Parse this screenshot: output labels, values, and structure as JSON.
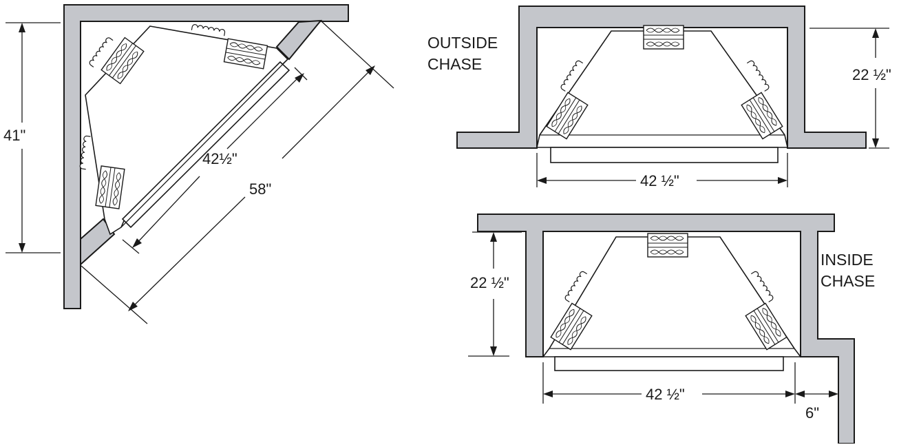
{
  "corner_view": {
    "dim_height": "41\"",
    "dim_front": "42½\"",
    "dim_back": "58\""
  },
  "outside_chase_view": {
    "label_line1": "OUTSIDE",
    "label_line2": "CHASE",
    "dim_depth": "22 ½\"",
    "dim_width": "42 ½\""
  },
  "inside_chase_view": {
    "label_line1": "INSIDE",
    "label_line2": "CHASE",
    "dim_depth": "22 ½\"",
    "dim_width": "42 ½\"",
    "dim_offset": "6\""
  },
  "colors": {
    "wall_fill": "#c4c6cb",
    "line": "#1a1a1a",
    "background": "#ffffff"
  }
}
